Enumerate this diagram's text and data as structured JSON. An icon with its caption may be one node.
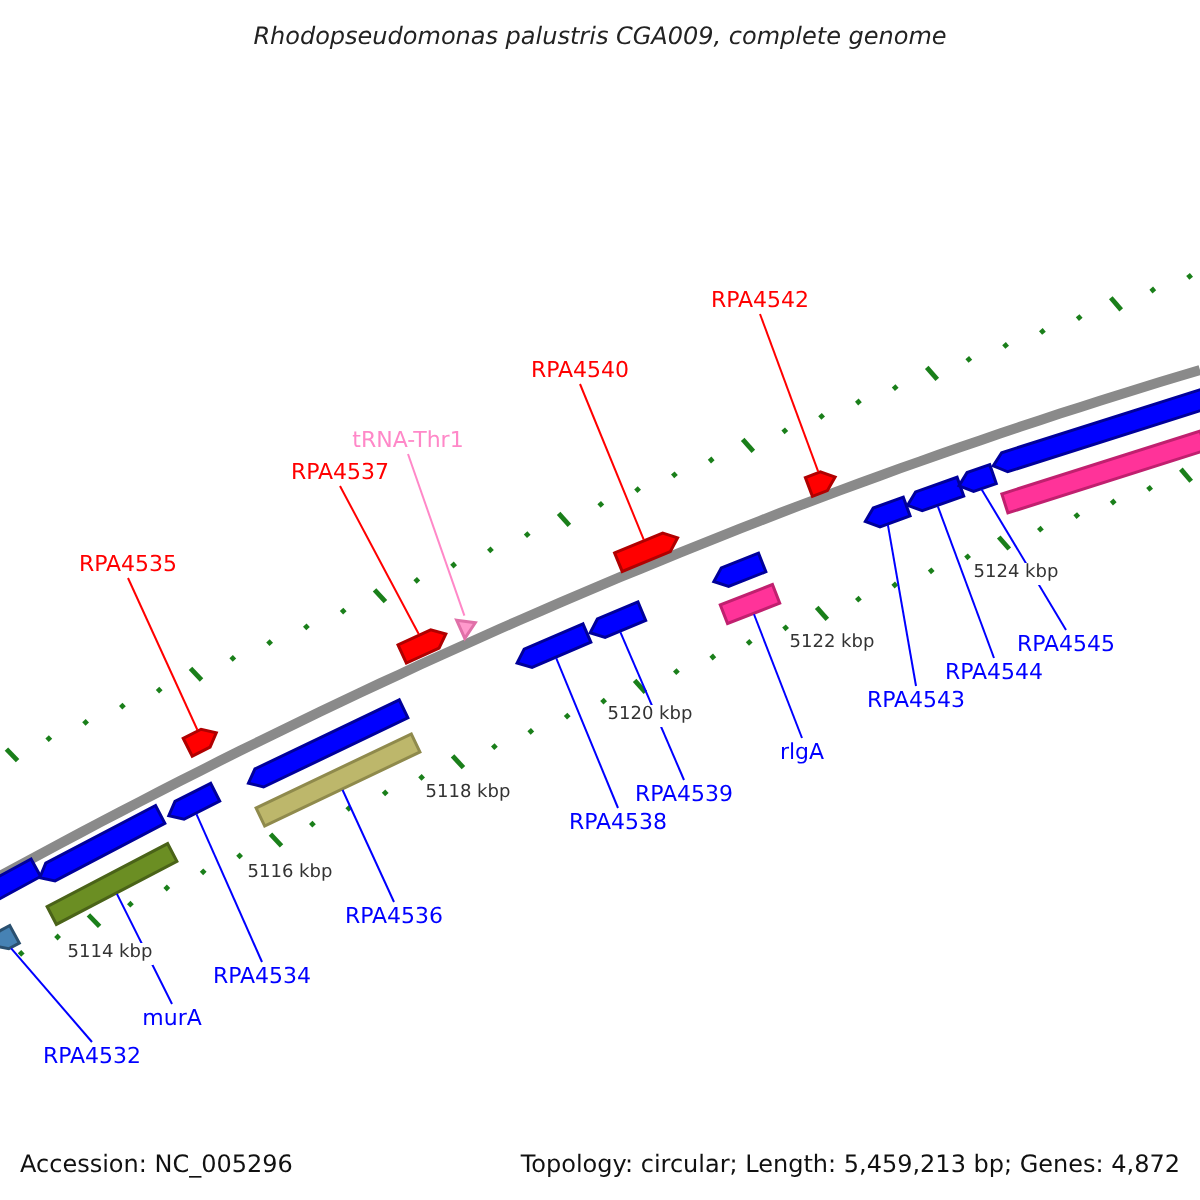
{
  "diagram": {
    "title": "Rhodopseudomonas palustris CGA009, complete genome",
    "nodes": [
      {
        "text": [
          "RPA4542"
        ]
      },
      {
        "text": [
          "RPA4540"
        ]
      },
      {
        "text": [
          "tRNA-Thr1"
        ]
      },
      {
        "text": [
          "RPA4537"
        ]
      },
      {
        "text": [
          "RPA4535"
        ]
      },
      {
        "text": [
          "RPA4545"
        ]
      },
      {
        "text": [
          "RPA4544"
        ]
      },
      {
        "text": [
          "RPA4543"
        ]
      },
      {
        "text": [
          "RPA4539"
        ]
      },
      {
        "text": [
          "rlgA"
        ]
      },
      {
        "text": [
          "RPA4538"
        ]
      },
      {
        "text": [
          "RPA4536"
        ]
      },
      {
        "text": [
          "RPA4534"
        ]
      },
      {
        "text": [
          "murA"
        ]
      },
      {
        "text": [
          "RPA4532"
        ]
      },
      {
        "text": [],
        "shape": "pentagon"
      },
      {
        "text": [],
        "shape": "pentagon"
      },
      {
        "text": [],
        "shape": "pentagon"
      },
      {
        "text": [],
        "shape": "bar"
      },
      {
        "text": [],
        "shape": "pentagon"
      },
      {
        "text": [],
        "shape": "pentagon"
      },
      {
        "text": [],
        "shape": "pentagon"
      },
      {
        "text": [],
        "shape": "bar"
      },
      {
        "text": [],
        "shape": "pentagon"
      },
      {
        "text": [],
        "shape": "pentagon"
      },
      {
        "text": [],
        "shape": "pentagon"
      },
      {
        "text": [],
        "shape": "pentagon"
      },
      {
        "text": [],
        "shape": "pentagon"
      },
      {
        "text": [],
        "shape": "pentagon"
      },
      {
        "text": [],
        "shape": "bar"
      },
      {
        "text": [],
        "shape": "pentagon"
      },
      {
        "text": [],
        "shape": "pentagon"
      },
      {
        "text": [],
        "shape": "pentagon"
      },
      {
        "text": [],
        "shape": "pentagon"
      },
      {
        "text": [],
        "shape": "pentagon"
      },
      {
        "text": [],
        "shape": "bar"
      }
    ],
    "edges": [
      {
        "from": 0,
        "to": 30,
        "arrow": "none",
        "color": "#ff0000"
      },
      {
        "from": 1,
        "to": 27,
        "arrow": "none",
        "color": "#ff0000"
      },
      {
        "from": 2,
        "to": 24,
        "arrow": "none",
        "color": "#ff88c8"
      },
      {
        "from": 3,
        "to": 23,
        "arrow": "none",
        "color": "#ff0000"
      },
      {
        "from": 4,
        "to": 20,
        "arrow": "none",
        "color": "#ff0000"
      },
      {
        "from": 5,
        "to": 33,
        "arrow": "none"
      },
      {
        "from": 6,
        "to": 32,
        "arrow": "none"
      },
      {
        "from": 7,
        "to": 31,
        "arrow": "none"
      },
      {
        "from": 8,
        "to": 26,
        "arrow": "none"
      },
      {
        "from": 9,
        "to": 29,
        "arrow": "none"
      },
      {
        "from": 10,
        "to": 25,
        "arrow": "none"
      },
      {
        "from": 11,
        "to": 22,
        "arrow": "none"
      },
      {
        "from": 12,
        "to": 19,
        "arrow": "none"
      },
      {
        "from": 13,
        "to": 18,
        "arrow": "none"
      },
      {
        "from": 14,
        "to": 15,
        "arrow": "none"
      }
    ],
    "labels": [
      "5124 kbp",
      "5122 kbp",
      "5120 kbp",
      "5118 kbp",
      "5116 kbp",
      "5114 kbp",
      "Accession: NC_005296",
      "Topology: circular; Length: 5,459,213 bp; Genes: 4,872"
    ]
  }
}
